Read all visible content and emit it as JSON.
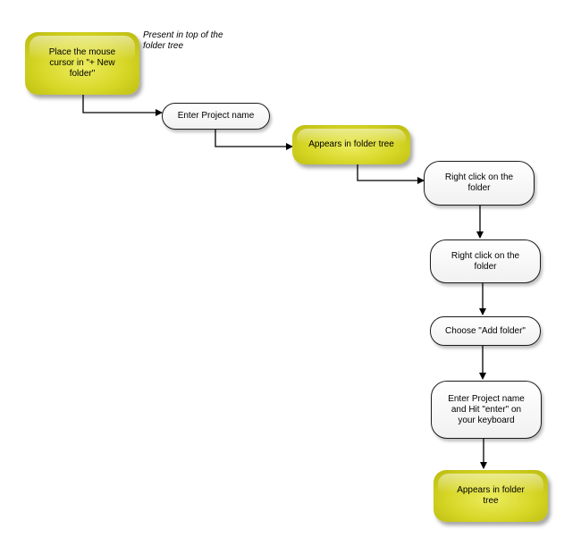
{
  "note": "Present in top of the folder tree",
  "nodes": {
    "place_cursor": "Place the mouse cursor in \"+ New folder\"",
    "enter_project_name_1": "Enter Project name",
    "appears_1": "Appears in folder tree",
    "right_click_1": "Right click on the folder",
    "right_click_2": "Right click on the folder",
    "choose_add_folder": "Choose \"Add folder\"",
    "enter_project_name_2": "Enter Project name and Hit \"enter\" on your keyboard",
    "appears_2": "Appears in folder tree"
  },
  "colors": {
    "start_end_fill": "#d6d626",
    "step_fill": "#ffffff",
    "connector": "#000000"
  }
}
